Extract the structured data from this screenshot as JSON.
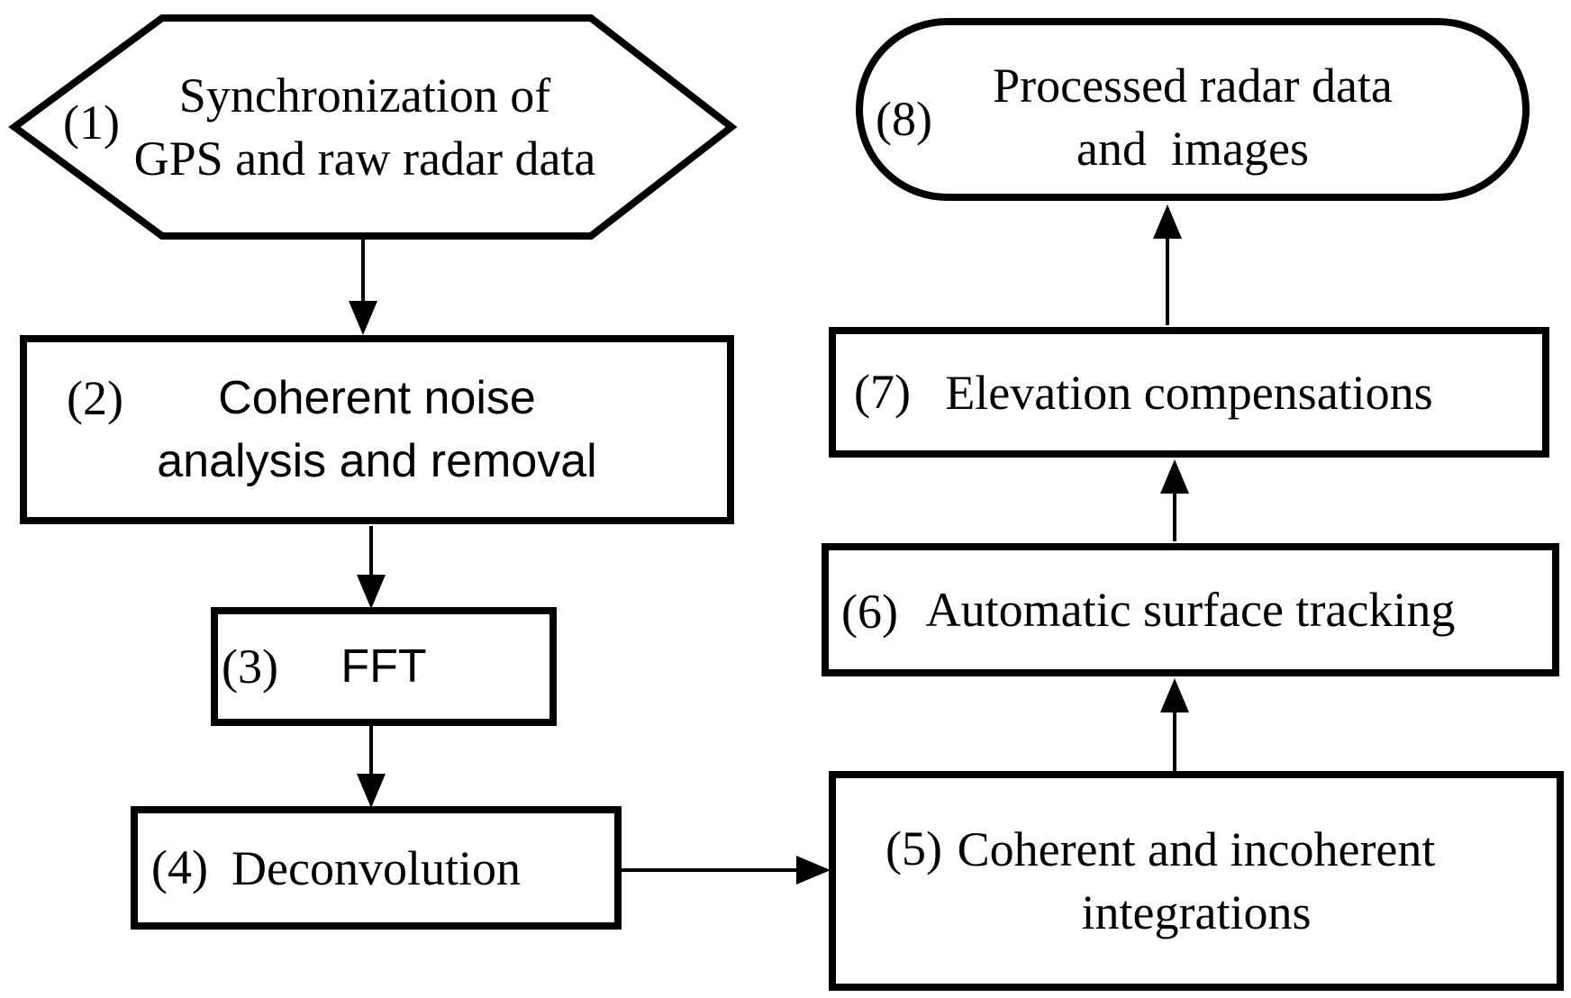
{
  "diagram": {
    "background_color": "#ffffff",
    "line_color": "#000000",
    "nodes": [
      {
        "id": "1",
        "label": "(1)",
        "shape": "hexagon",
        "lines": [
          "Synchronization of",
          "GPS and raw radar data"
        ]
      },
      {
        "id": "2",
        "label": "(2)",
        "shape": "rectangle",
        "lines": [
          "Coherent noise",
          "analysis and removal"
        ]
      },
      {
        "id": "3",
        "label": "(3)",
        "shape": "rectangle",
        "lines": [
          "FFT"
        ]
      },
      {
        "id": "4",
        "label": "(4)",
        "shape": "rectangle",
        "lines": [
          "Deconvolution"
        ]
      },
      {
        "id": "5",
        "label": "(5)",
        "shape": "rectangle",
        "lines": [
          "Coherent and incoherent",
          "integrations"
        ]
      },
      {
        "id": "6",
        "label": "(6)",
        "shape": "rectangle",
        "lines": [
          "Automatic surface tracking"
        ]
      },
      {
        "id": "7",
        "label": "(7)",
        "shape": "rectangle",
        "lines": [
          "Elevation compensations"
        ]
      },
      {
        "id": "8",
        "label": "(8)",
        "shape": "stadium",
        "lines": [
          "Processed radar data",
          "and  images"
        ]
      }
    ],
    "edges": [
      {
        "from": "1",
        "to": "2",
        "direction": "down"
      },
      {
        "from": "2",
        "to": "3",
        "direction": "down"
      },
      {
        "from": "3",
        "to": "4",
        "direction": "down"
      },
      {
        "from": "4",
        "to": "5",
        "direction": "right"
      },
      {
        "from": "5",
        "to": "6",
        "direction": "up"
      },
      {
        "from": "6",
        "to": "7",
        "direction": "up"
      },
      {
        "from": "7",
        "to": "8",
        "direction": "up"
      }
    ]
  }
}
